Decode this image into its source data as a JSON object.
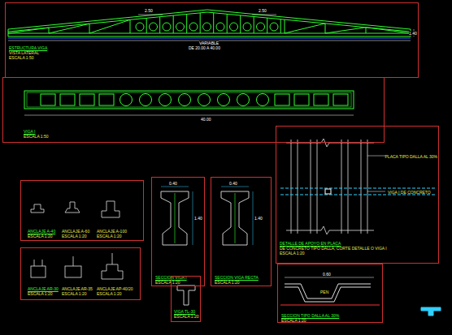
{
  "diagram": {
    "nodes": [
      {
        "text": [
          "ESTRUCTURA VIGA",
          "VISTA LATERAL",
          "ESCALA 1:50"
        ]
      },
      {
        "text": [
          "VIGA I",
          "ESCALA 1:50"
        ]
      },
      {
        "text": [
          "DETALLE DE APOYO EN PLACA",
          "DE CONCRETO TIPO DALLA, CORTE DETALLE O VIGA I",
          "ESCALA 1:20",
          "PLACA TIPO DALLA AL 30%",
          "VIGA I DE CONCRETO"
        ]
      },
      {
        "text": [
          "ANCLAJE A-40",
          "ESCALA 1:20",
          "ANCLAJE A-60",
          "ESCALA 1:20",
          "ANCLAJE A-100",
          "ESCALA 1:20"
        ]
      },
      {
        "text": [
          "ANCLAJE AR-30",
          "ESCALA 1:20",
          "ANCLAJE AR-35",
          "ESCALA 1:20",
          "ANCLAJE AP-40/20",
          "ESCALA 1:20"
        ]
      },
      {
        "text": [
          "SECCION VIGA I",
          "ESCALA 1:20"
        ]
      },
      {
        "text": [
          "SECCION VIGA RECTA",
          "ESCALA 1:20"
        ]
      },
      {
        "text": [
          "VIGA TL-30",
          "ESCALA 1:20"
        ]
      },
      {
        "text": [
          "SECCION TIPO DALLA AL 30%",
          "ESCALA 1:20",
          "PEN"
        ]
      }
    ],
    "labels": [
      "2.50",
      "2.50",
      "VARIABLE",
      "DE 20.00 A 40.00",
      "1.40",
      "40.00",
      "0.40",
      "1.40",
      "0.40",
      "1.40",
      "0.60"
    ]
  }
}
